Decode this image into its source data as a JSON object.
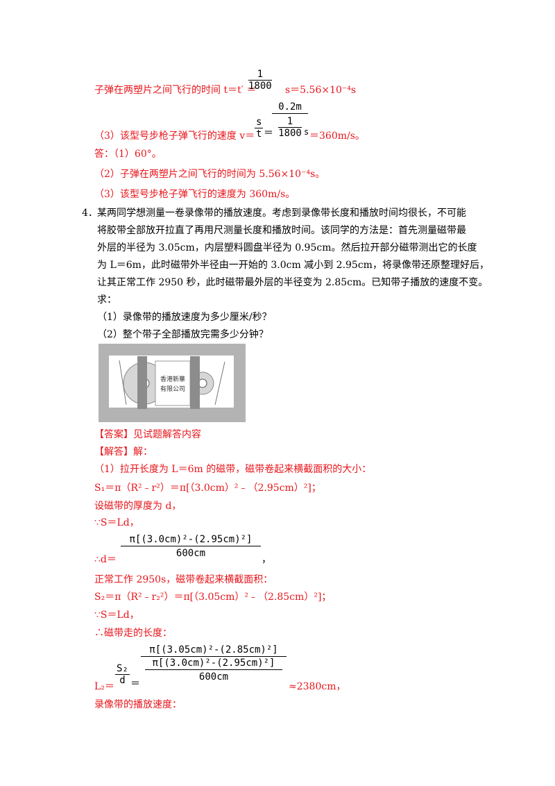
{
  "top": {
    "line1_prefix": "子弹在两塑片之间飞行的时间 t＝t′ ＝",
    "line1_frac_num": "1",
    "line1_frac_den": "1800",
    "line1_suffix": "s＝5.56×10⁻⁴s",
    "line2_prefix": "（3）该型号步枪子弹飞行的速度 v＝",
    "line2_s": "s",
    "line2_t": "t",
    "line2_eq": "＝",
    "line2_big_num": "0.2m",
    "line2_inner_num": "1",
    "line2_inner_den": "1800",
    "line2_unit": "s",
    "line2_suffix": "＝360m/s。",
    "ans_label": "答：（1）60°。",
    "ans2": "（2）子弹在两塑片之间飞行的时间为 5.56×10⁻⁴s。",
    "ans3": "（3）该型号步枪子弹飞行的速度为 360m/s。"
  },
  "problem": {
    "number": "4．",
    "lines": [
      "某两同学想测量一卷录像带的播放速度。考虑到录像带长度和播放时间均很长，不可能",
      "将胶带全部放开拉直了再用尺测量长度和播放时间。该同学的方法是：首先测量磁带最",
      "外层的半径为 3.05cm，内层塑料圆盘半径为 0.95cm。然后拉开部分磁带测出它的长度",
      "为 L＝6m，此时磁带外半径由一开始的 3.0cm 减小到 2.95cm，将录像带还原整理好后，",
      "让其正常工作 2950 秒，此时磁带最外层的半径变为 2.85cm。已知带子播放的速度不变。",
      "求："
    ],
    "q1": "（1）录像带的播放速度为多少厘米/秒？",
    "q2": "（2）整个带子全部播放完需多少分钟？",
    "figure_label_1": "香港新華",
    "figure_label_2": "有限公司"
  },
  "solution": {
    "answer": "【答案】见试题解答内容",
    "jieda": "【解答】解：",
    "s1": "（1）拉开长度为 L＝6m 的磁带，磁带卷起来横截面积的大小：",
    "s2": "S₁＝π（R²﹣r²）＝π[（3.0cm）²﹣（2.95cm）²]；",
    "s3": "设磁带的厚度为 d，",
    "s4": "∵S＝Ld，",
    "s5_prefix": "∴d＝",
    "s5_num": "π[(3.0cm)²-(2.95cm)²]",
    "s5_den": "600cm",
    "s5_suffix": "，",
    "s6": "正常工作 2950s，磁带卷起来横截面积：",
    "s7": "S₂＝π（R²﹣r₂²）＝π[（3.05cm）²﹣（2.85cm）²]；",
    "s8": "∵S＝Ld，",
    "s9": "∴磁带走的长度：",
    "s10_prefix": "L₂＝",
    "s10_frac1_num": "S₂",
    "s10_frac1_den": "d",
    "s10_eq": "＝",
    "s10_top": "π[(3.05cm)²-(2.85cm)²]",
    "s10_mid": "π[(3.0cm)²-(2.95cm)²]",
    "s10_den": "600cm",
    "s10_suffix": "≈2380cm，",
    "s11": "录像带的播放速度："
  }
}
